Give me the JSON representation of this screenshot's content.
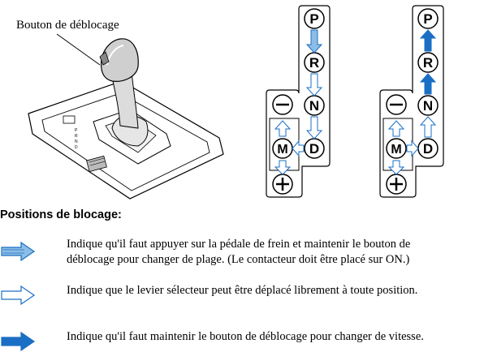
{
  "callout": {
    "release_button": "Bouton de déblocage"
  },
  "heading": "Positions de blocage:",
  "gear_positions": {
    "park": "P",
    "reverse": "R",
    "neutral": "N",
    "drive": "D",
    "manual": "M"
  },
  "legend": [
    {
      "icon": "hatched-arrow-icon",
      "line1": "Indique qu'il faut appuyer sur la pédale de frein et maintenir le bouton de",
      "line2": "déblocage pour changer de plage. (Le contacteur doit être placé sur ON.)"
    },
    {
      "icon": "outline-arrow-icon",
      "line1": "Indique que le levier sélecteur peut être déplacé librement à toute position.",
      "line2": ""
    },
    {
      "icon": "solid-arrow-icon",
      "line1": "Indique qu'il faut maintenir le bouton de déblocage pour changer de vitesse.",
      "line2": ""
    }
  ],
  "colors": {
    "arrow_fill": "#1a6fc4",
    "arrow_light": "#b7d7f0",
    "outline": "#000000"
  }
}
